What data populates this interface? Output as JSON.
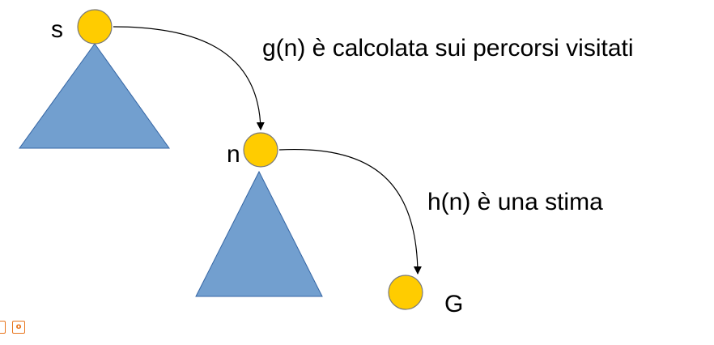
{
  "diagram": {
    "colors": {
      "node_fill": "#ffcc00",
      "node_stroke": "#7a7a7a",
      "subtree_fill": "#729fcf",
      "subtree_stroke": "#3465a4",
      "edge_stroke": "#000000"
    },
    "nodes": [
      {
        "id": "s",
        "label": "s"
      },
      {
        "id": "n",
        "label": "n"
      },
      {
        "id": "goal",
        "label": "G"
      }
    ],
    "edges": [
      {
        "from": "s",
        "to": "n",
        "label": "g(n) è calcolata sui percorsi visitati"
      },
      {
        "from": "n",
        "to": "goal",
        "label": "h(n) è una stima"
      }
    ],
    "subtrees": [
      {
        "root": "s"
      },
      {
        "root": "n"
      }
    ]
  },
  "corner_icons": [
    {
      "name": "orange-square-icon"
    },
    {
      "name": "orange-circle-icon",
      "glyph": "o"
    }
  ]
}
